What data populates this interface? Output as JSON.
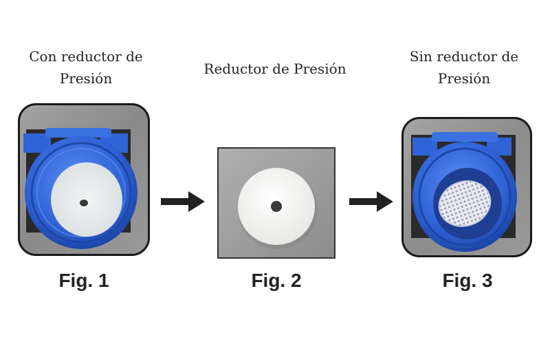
{
  "figures": [
    {
      "caption_line1": "Con reductor de",
      "caption_line2": "Presión",
      "label": "Fig. 1"
    },
    {
      "caption_line1": "Reductor de Presión",
      "caption_line2": "",
      "label": "Fig. 2"
    },
    {
      "caption_line1": "Sin reductor de",
      "caption_line2": "Presión",
      "label": "Fig. 3"
    }
  ],
  "colors": {
    "fitting_blue": "#2f63d6",
    "background_metal": "#8e8e8e",
    "disc_white": "#f4f4f2",
    "arrow": "#222222"
  }
}
